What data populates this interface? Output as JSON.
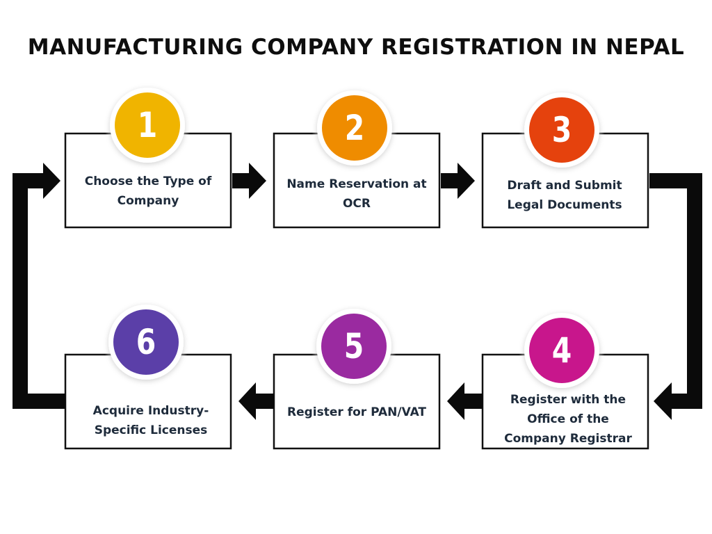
{
  "title": "MANUFACTURING COMPANY REGISTRATION IN NEPAL",
  "steps": [
    {
      "number": "1",
      "label": "Choose the Type of Company",
      "color": "#f0b400"
    },
    {
      "number": "2",
      "label": "Name Reservation at OCR",
      "color": "#ef8c00"
    },
    {
      "number": "3",
      "label": "Draft and Submit Legal Documents",
      "color": "#e5420d"
    },
    {
      "number": "4",
      "label": "Register with the Office of the Company Registrar",
      "color": "#c8168c"
    },
    {
      "number": "5",
      "label": "Register for PAN/VAT",
      "color": "#9a2aa0"
    },
    {
      "number": "6",
      "label": "Acquire Industry-Specific Licenses",
      "color": "#5b3fa8"
    }
  ]
}
